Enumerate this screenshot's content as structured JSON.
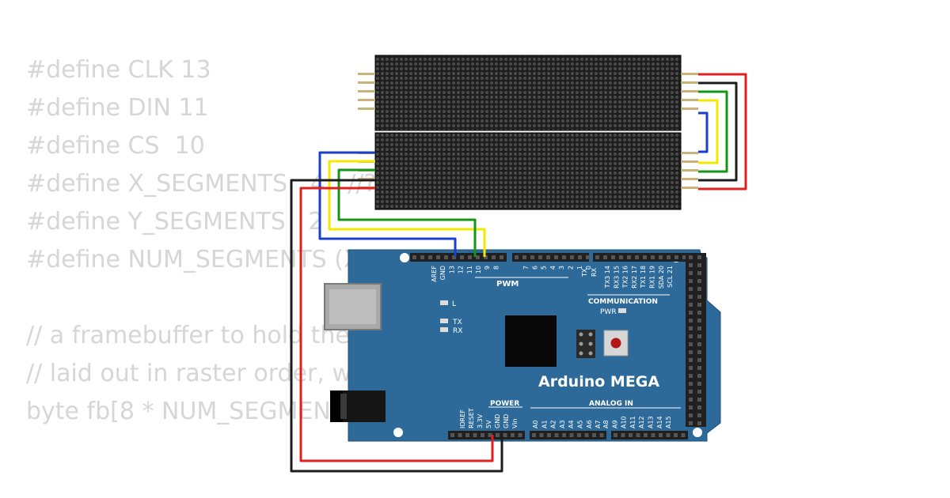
{
  "code_lines": [
    "#define CLK 13",
    "#define DIN 11",
    "#define CS  10",
    "#define X_SEGMENTS   4   //??",
    "#define Y_SEGMENTS   2",
    "#define NUM_SEGMENTS (X",
    "",
    "// a framebuffer to hold the                                         EDs",
    "// laid out in raster order, w",
    "byte fb[8 * NUM_SEGMEN"
  ],
  "board": {
    "name": "Arduino MEGA",
    "pwm_label": "PWM",
    "communication_label": "COMMUNICATION",
    "power_label": "POWER",
    "analog_label": "ANALOG IN",
    "pwr_led_label": "PWR",
    "l_led_label": "L",
    "tx_led_label": "TX",
    "rx_led_label": "RX",
    "top_pins_left": [
      "AREF",
      "GND",
      "13",
      "12",
      "11",
      "10",
      "9",
      "8"
    ],
    "top_pins_mid": [
      "7",
      "6",
      "5",
      "4",
      "3",
      "2",
      "1",
      "0"
    ],
    "top_pins_tx": [
      "TX",
      "RX"
    ],
    "top_pins_comm": [
      "TX3 14",
      "RX3 15",
      "TX2 16",
      "RX2 17",
      "TX1 18",
      "RX1 19",
      "SDA 20",
      "SCL 21"
    ],
    "power_pins": [
      "IOREF",
      "RESET",
      "3.3V",
      "5V",
      "GND",
      "GND",
      "Vin"
    ],
    "analog_pins_a": [
      "A0",
      "A1",
      "A2",
      "A3",
      "A4",
      "A5",
      "A6",
      "A7"
    ],
    "analog_pins_b": [
      "A8",
      "A9",
      "A10",
      "A11",
      "A12",
      "A13",
      "A14",
      "A15"
    ]
  },
  "wire_colors": {
    "red": "#e02020",
    "black": "#1c1c1c",
    "green": "#169416",
    "yellow": "#f5e800",
    "blue": "#1a3fcc"
  },
  "board_color": "#2d6a9a"
}
